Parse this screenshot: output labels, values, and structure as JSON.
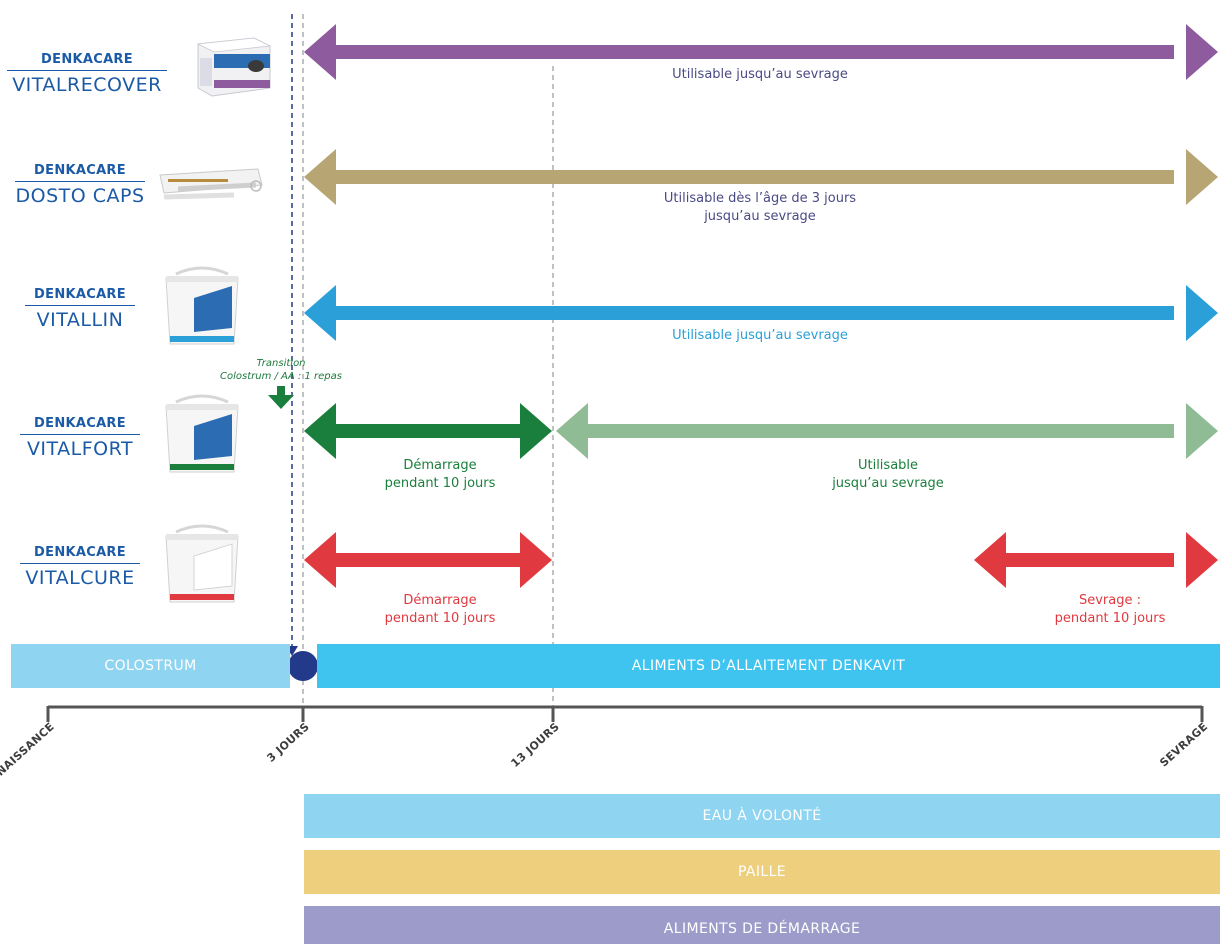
{
  "colors": {
    "brand_blue": "#1b5aa6",
    "vitalrecover": "#8e5b9f",
    "dosto_caps": "#b7a674",
    "vitallin": "#2a9fd8",
    "vitalfort_start": "#1a7f3c",
    "vitalfort_rest": "#8fbc95",
    "vitalcure": "#e0393f",
    "colostrum_bar": "#8fd4f1",
    "aliments_bar": "#3fc3ef",
    "eau_bar": "#8fd4f1",
    "paille_bar": "#edcf7e",
    "demarrage_bar": "#9d9bc9",
    "marker": "#233a8b"
  },
  "products": [
    {
      "brand": "DENKACARE",
      "name": "VITALRECOVER",
      "icon": "box-package-icon"
    },
    {
      "brand": "DENKACARE",
      "name": "DOSTO CAPS",
      "icon": "capsule-applicator-icon"
    },
    {
      "brand": "DENKACARE",
      "name": "VITALLIN",
      "icon": "bucket-package-icon"
    },
    {
      "brand": "DENKACARE",
      "name": "VITALFORT",
      "icon": "bucket-package-icon"
    },
    {
      "brand": "DENKACARE",
      "name": "VITALCURE",
      "icon": "bucket-package-icon"
    }
  ],
  "labels": {
    "vitalrecover": "Utilisable jusqu’au sevrage",
    "dosto_line1": "Utilisable dès l’âge de 3 jours",
    "dosto_line2": "jusqu’au sevrage",
    "vitallin": "Utilisable jusqu’au sevrage",
    "vitalfort_start_1": "Démarrage",
    "vitalfort_start_2": "pendant 10 jours",
    "vitalfort_rest_1": "Utilisable",
    "vitalfort_rest_2": "jusqu’au sevrage",
    "vitalcure_start_1": "Démarrage",
    "vitalcure_start_2": "pendant 10 jours",
    "vitalcure_end_1": "Sevrage :",
    "vitalcure_end_2": "pendant 10 jours"
  },
  "transition": {
    "line1": "Transition",
    "line2": "Colostrum / AA : 1 repas"
  },
  "bars": {
    "colostrum": "COLOSTRUM",
    "aliments": "ALIMENTS D’ALLAITEMENT DENKAVIT",
    "eau": "EAU À VOLONTÉ",
    "paille": "PAILLE",
    "demarrage": "ALIMENTS DE DÉMARRAGE"
  },
  "axis": {
    "ticks": [
      "NAISSANCE",
      "3 JOURS",
      "13 JOURS",
      "SEVRAGE"
    ]
  }
}
